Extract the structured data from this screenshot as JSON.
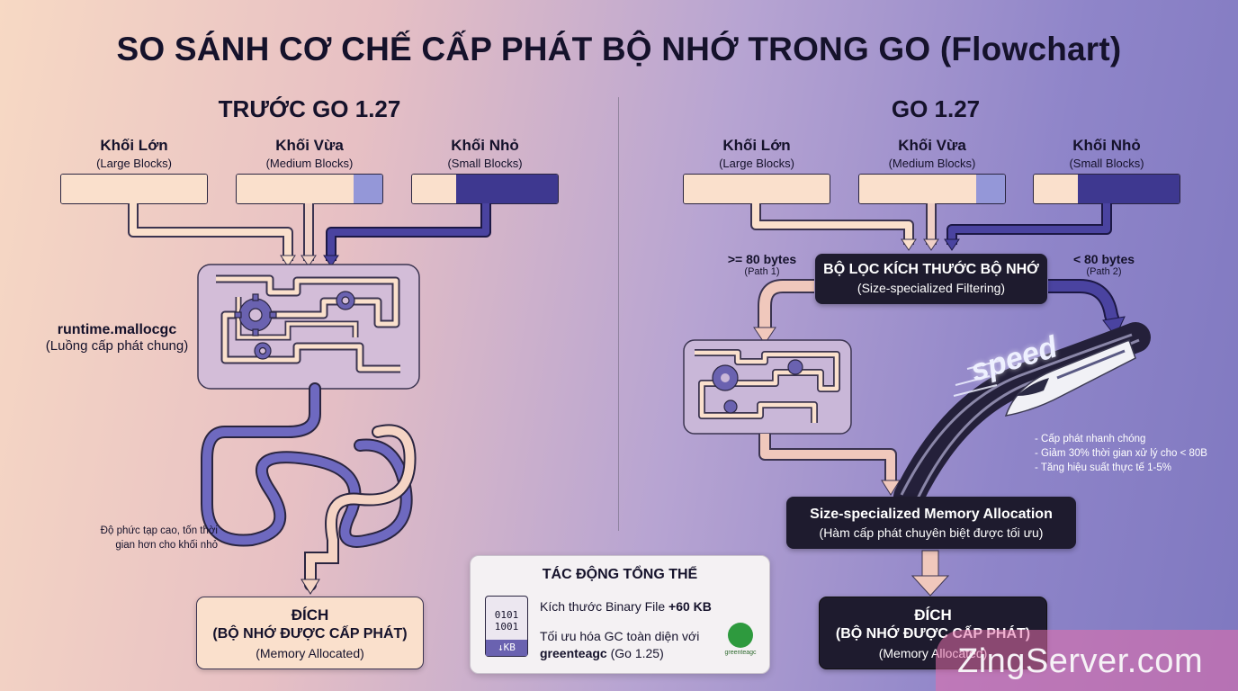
{
  "title": "SO SÁNH CƠ CHẾ CẤP PHÁT BỘ NHỚ TRONG GO (Flowchart)",
  "left": {
    "heading": "TRƯỚC GO 1.27",
    "blocks": [
      {
        "name": "Khối Lớn",
        "sub": "(Large Blocks)"
      },
      {
        "name": "Khối Vừa",
        "sub": "(Medium Blocks)"
      },
      {
        "name": "Khối Nhỏ",
        "sub": "(Small Blocks)"
      }
    ],
    "mallocgc_name": "runtime.mallocgc",
    "mallocgc_sub": "(Luồng cấp phát chung)",
    "complexity_note": [
      "Độ phức tạp cao, tốn thời",
      "gian hơn cho khối nhỏ"
    ],
    "dest": {
      "l1": "ĐÍCH",
      "l2": "(BỘ NHỚ ĐƯỢC CẤP PHÁT)",
      "l3": "(Memory Allocated)"
    }
  },
  "right": {
    "heading": "GO 1.27",
    "blocks": [
      {
        "name": "Khối Lớn",
        "sub": "(Large Blocks)"
      },
      {
        "name": "Khối Vừa",
        "sub": "(Medium Blocks)"
      },
      {
        "name": "Khối Nhỏ",
        "sub": "(Small Blocks)"
      }
    ],
    "filter_title": "BỘ LỌC KÍCH THƯỚC BỘ NHỚ",
    "filter_sub": "(Size-specialized Filtering)",
    "path1_label": ">= 80 bytes",
    "path1_sub": "(Path 1)",
    "path2_label": "< 80 bytes",
    "path2_sub": "(Path 2)",
    "speed_text": "speed",
    "benefits": [
      "- Cấp phát nhanh chóng",
      "- Giảm 30% thời gian xử lý cho < 80B",
      "- Tăng hiệu suất thực tế 1-5%"
    ],
    "alloc_title": "Size-specialized Memory Allocation",
    "alloc_sub": "(Hàm cấp phát chuyên biệt được tối ưu)",
    "dest": {
      "l1": "ĐÍCH",
      "l2": "(BỘ NHỚ ĐƯỢC CẤP PHÁT)",
      "l3": "(Memory Allocated)"
    }
  },
  "impact": {
    "title": "TÁC ĐỘNG TỔNG THỂ",
    "binary_prefix": "Kích thước Binary File ",
    "binary_value": "+60 KB",
    "gc_line1": "Tối ưu hóa GC toàn diện với",
    "gc_bold": "greenteagc",
    "gc_rest": " (Go 1.25)",
    "file_icon_line1": "0101",
    "file_icon_line2": "1001",
    "file_icon_line3": "↓KB",
    "logo_text": "greenteagc"
  },
  "watermark": "ZingServer.com",
  "colors": {
    "cream": "#fae0cc",
    "medium": "#9497d8",
    "dark_blue": "#3e3890",
    "dark_box": "#1e1b2e",
    "green_logo": "#2e9a3e"
  }
}
